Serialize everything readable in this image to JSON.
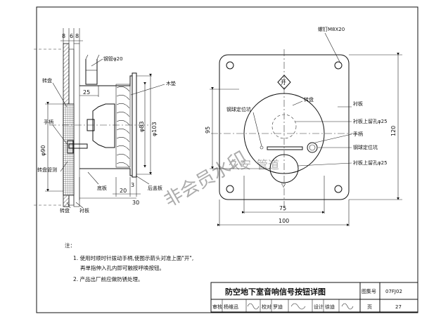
{
  "drawing": {
    "side_view": {
      "dims_top": [
        "8",
        "6",
        "8"
      ],
      "label_pipe": "钢管φ20",
      "label_wood": "木垫",
      "label_turntable": "转盘",
      "label_handle": "手柄",
      "label_turntable_shaft": "转盘管测",
      "label_turntable_bottom": "转盘",
      "label_liner_bottom": "衬板",
      "label_base_plate": "底板",
      "label_back_cover": "后盖板",
      "dim_25": "25",
      "dim_83": "φ83",
      "dim_103": "φ103",
      "dim_90": "φ90",
      "dim_3": "3",
      "dim_20": "20",
      "dim_30": "30"
    },
    "front_view": {
      "label_bolt": "螺钉M8X20",
      "label_turntable": "转盘",
      "label_liner": "衬板",
      "label_steel_ball_left": "钢球定位坑",
      "label_liner_hole_top": "衬板上留孔φ25",
      "label_handle": "手柄",
      "label_steel_ball_right": "钢球定位坑",
      "label_liner_hole_bottom": "衬板上留孔φ25",
      "open_mark": "开",
      "dim_95": "95",
      "dim_120": "120",
      "dim_75": "75",
      "dim_100": "100"
    },
    "watermarks": {
      "wm1": "久安",
      "wm2": "管道",
      "wm3": "非会员水印"
    },
    "notes": {
      "heading": "注：",
      "line1": "1. 使用时顺时针拨动手柄,使图示箭头对准上面\"开\",",
      "line2": "再单指伸入孔内即可触按呼唤按钮。",
      "line3": "2. 产品出厂前应做防锈处理。"
    },
    "title_block": {
      "title": "防空地下室音响信号按钮详图",
      "atlas_label": "图集号",
      "atlas_no": "07FJ02",
      "review_label": "审核",
      "review_name": "杨维迅",
      "check_label": "校对",
      "check_name": "罗迪",
      "design_label": "设计",
      "design_name": "徐迪",
      "page_label": "页",
      "page_no": "27"
    }
  }
}
